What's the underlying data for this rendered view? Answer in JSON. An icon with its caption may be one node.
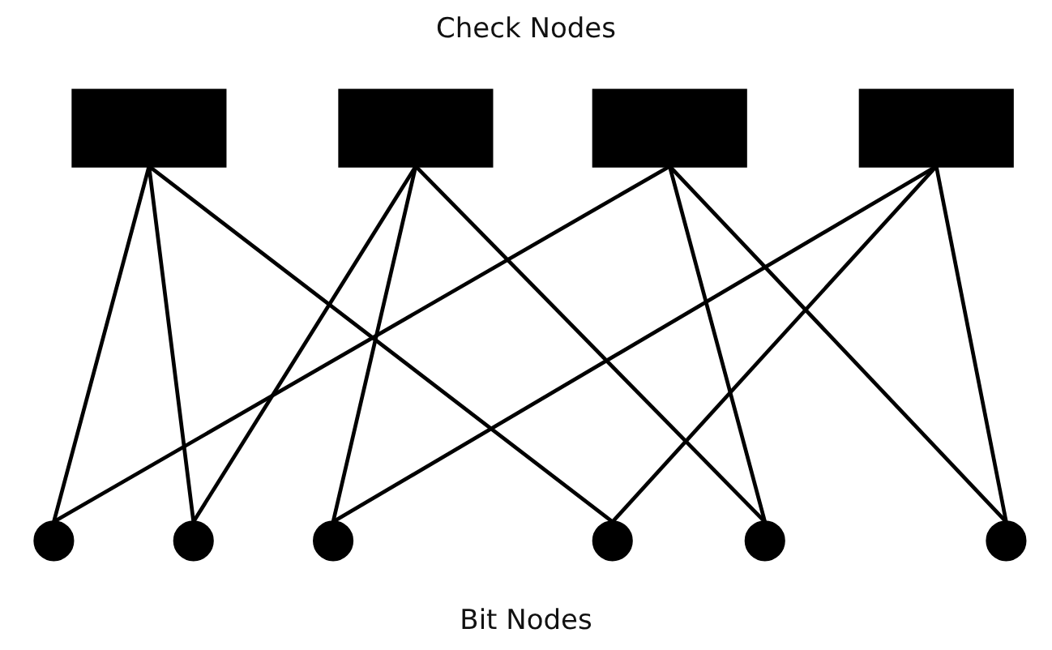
{
  "diagram": {
    "nodes": [
      {
        "text": [],
        "shape": "box"
      },
      {
        "text": [],
        "shape": "box"
      },
      {
        "text": [],
        "shape": "box"
      },
      {
        "text": [],
        "shape": "box"
      },
      {
        "text": [],
        "shape": "circle"
      },
      {
        "text": [],
        "shape": "circle"
      },
      {
        "text": [],
        "shape": "circle"
      },
      {
        "text": [],
        "shape": "circle"
      },
      {
        "text": [],
        "shape": "circle"
      },
      {
        "text": [],
        "shape": "circle"
      }
    ],
    "edges": [
      {
        "from": 0,
        "to": 4,
        "arrow": "none"
      },
      {
        "from": 0,
        "to": 5,
        "arrow": "none"
      },
      {
        "from": 0,
        "to": 7,
        "arrow": "none"
      },
      {
        "from": 1,
        "to": 5,
        "arrow": "none"
      },
      {
        "from": 1,
        "to": 6,
        "arrow": "none"
      },
      {
        "from": 1,
        "to": 8,
        "arrow": "none"
      },
      {
        "from": 2,
        "to": 4,
        "arrow": "none"
      },
      {
        "from": 2,
        "to": 8,
        "arrow": "none"
      },
      {
        "from": 2,
        "to": 9,
        "arrow": "none"
      },
      {
        "from": 3,
        "to": 6,
        "arrow": "none"
      },
      {
        "from": 3,
        "to": 7,
        "arrow": "none"
      },
      {
        "from": 3,
        "to": 9,
        "arrow": "none"
      }
    ],
    "labels": [
      "Check Nodes",
      "Bit Nodes"
    ]
  }
}
